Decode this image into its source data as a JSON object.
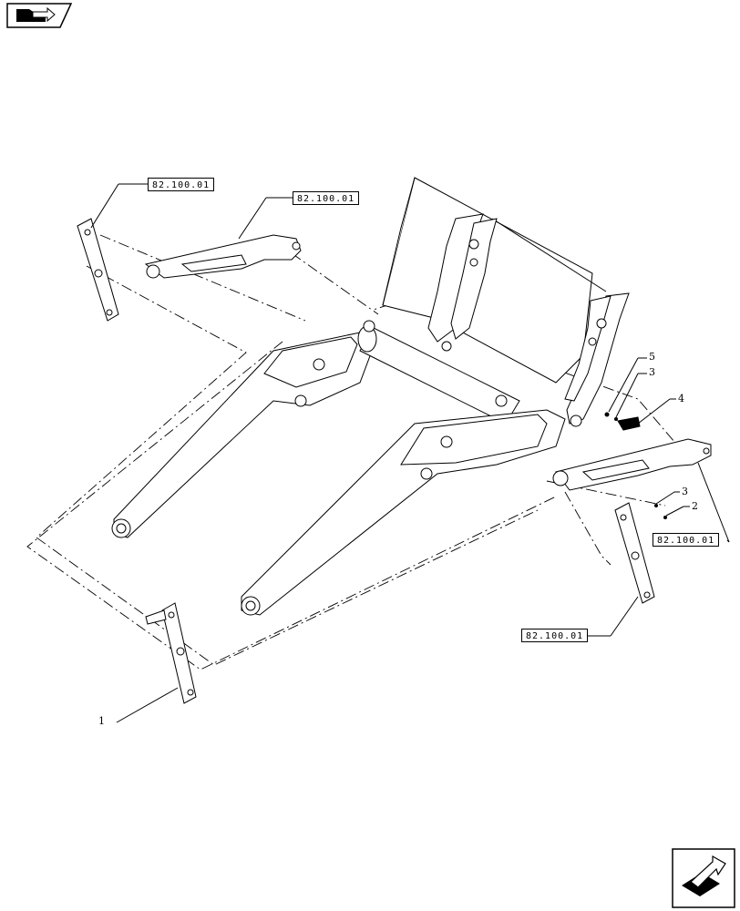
{
  "diagram": {
    "ref_labels": [
      {
        "id": "ref-top-left",
        "text": "82.100.01"
      },
      {
        "id": "ref-top-mid",
        "text": "82.100.01"
      },
      {
        "id": "ref-right",
        "text": "82.100.01"
      },
      {
        "id": "ref-bottom-right",
        "text": "82.100.01"
      }
    ],
    "callouts": [
      {
        "id": "callout-1",
        "text": "1"
      },
      {
        "id": "callout-2",
        "text": "2"
      },
      {
        "id": "callout-3a",
        "text": "3"
      },
      {
        "id": "callout-3b",
        "text": "3"
      },
      {
        "id": "callout-4",
        "text": "4"
      },
      {
        "id": "callout-5",
        "text": "5"
      }
    ]
  },
  "icons": {
    "top_left": "book-arrow-icon",
    "bottom_right": "next-page-arrow-icon"
  }
}
